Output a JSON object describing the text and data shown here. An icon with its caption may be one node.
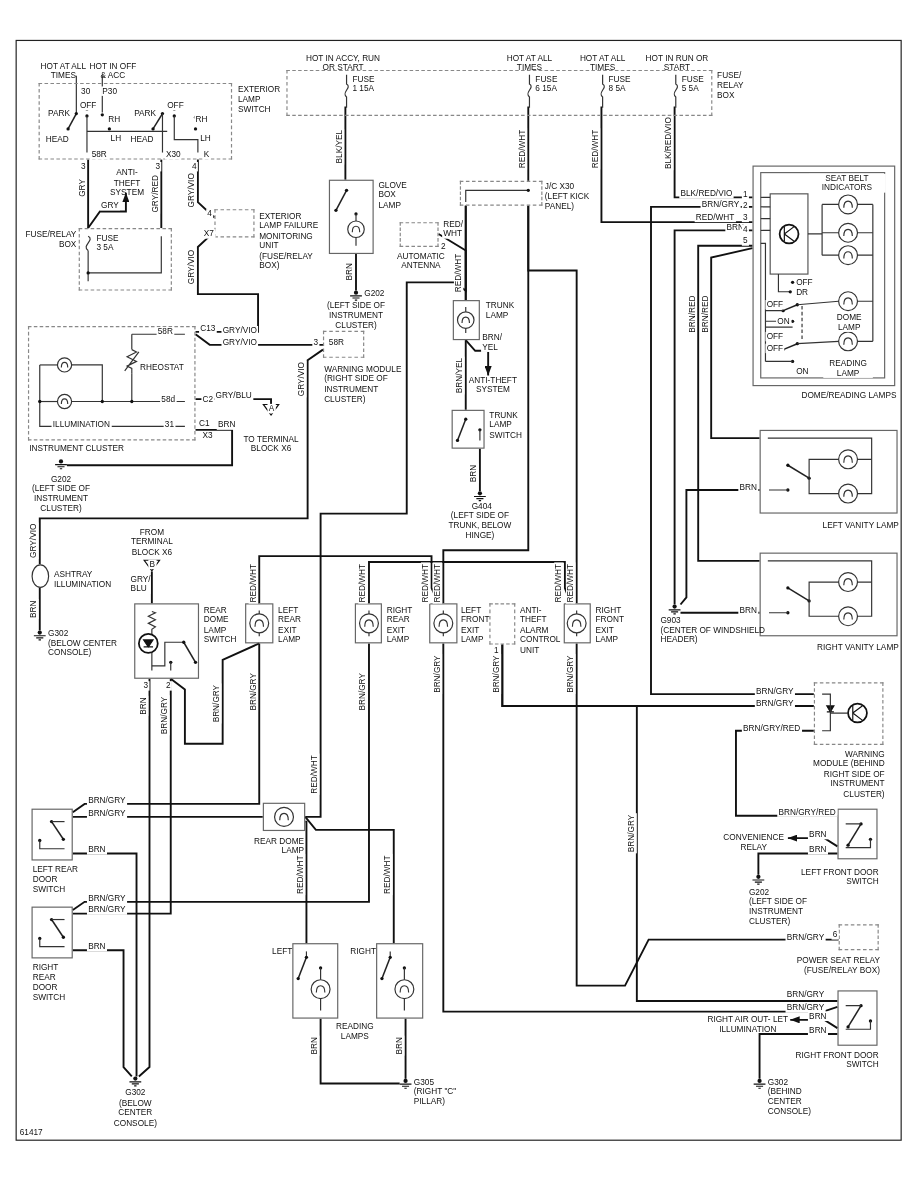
{
  "diagram": {
    "nodes": [
      {
        "text": [
          "EXTERIOR LAMP SWITCH"
        ],
        "beside": [
          "HOT AT ALL TIMES",
          "HOT IN OFF & ACC"
        ]
      },
      {
        "text": [
          "FUSE/RELAY BOX",
          "FUSE 3 5A"
        ]
      },
      {
        "text": [
          "ANTI-THEFT SYSTEM"
        ]
      },
      {
        "text": [
          "EXTERIOR LAMP FAILURE MONITORING UNIT (FUSE/RELAY BOX)"
        ]
      },
      {
        "text": [
          "INSTRUMENT CLUSTER"
        ]
      },
      {
        "text": [
          "WARNING MODULE (RIGHT SIDE OF INSTRUMENT CLUSTER)"
        ]
      },
      {
        "text": [
          "TO TERMINAL BLOCK X6"
        ]
      },
      {
        "text": [
          "G202",
          "(LEFT SIDE OF INSTRUMENT CLUSTER)"
        ]
      },
      {
        "text": [
          "FUSE/ RELAY BOX"
        ]
      },
      {
        "text": [
          "FUSE 1 15A"
        ],
        "in": 8,
        "beside": [
          "HOT IN ACCY, RUN OR START"
        ]
      },
      {
        "text": [
          "FUSE 6 15A"
        ],
        "in": 8,
        "beside": [
          "HOT AT ALL TIMES"
        ]
      },
      {
        "text": [
          "FUSE 8 5A"
        ],
        "in": 8,
        "beside": [
          "HOT AT ALL TIMES"
        ]
      },
      {
        "text": [
          "FUSE 5 5A"
        ],
        "in": 8,
        "beside": [
          "HOT IN RUN OR START"
        ]
      },
      {
        "text": [
          "GLOVE BOX LAMP"
        ]
      },
      {
        "text": [
          "G202",
          "(LEFT SIDE OF INSTRUMENT CLUSTER)"
        ]
      },
      {
        "text": [
          "J/C X30 (LEFT KICK PANEL)"
        ]
      },
      {
        "text": [
          "AUTOMATIC ANTENNA"
        ],
        "beside": [
          "2"
        ]
      },
      {
        "text": [
          "TRUNK LAMP"
        ]
      },
      {
        "text": [
          "ANTI-THEFT SYSTEM"
        ]
      },
      {
        "text": [
          "TRUNK LAMP SWITCH"
        ]
      },
      {
        "text": [
          "G404",
          "(LEFT SIDE OF TRUNK, BELOW HINGE)"
        ]
      },
      {
        "text": [
          "DOME/READING LAMPS"
        ]
      },
      {
        "text": [
          "LEFT VANITY LAMP"
        ]
      },
      {
        "text": [
          "RIGHT VANITY LAMP"
        ]
      },
      {
        "text": [
          "G903",
          "(CENTER OF WINDSHIELD HEADER)"
        ]
      },
      {
        "text": [
          "WARNING MODULE (BEHIND RIGHT SIDE OF INSTRUMENT CLUSTER)"
        ]
      },
      {
        "text": [
          "ASHTRAY ILLUMINATION"
        ]
      },
      {
        "text": [
          "G302",
          "(BELOW CENTER CONSOLE)"
        ]
      },
      {
        "text": [
          "FROM TERMINAL BLOCK X6"
        ]
      },
      {
        "text": [
          "REAR DOME LAMP SWITCH"
        ]
      },
      {
        "text": [
          "LEFT REAR EXIT LAMP"
        ]
      },
      {
        "text": [
          "RIGHT REAR EXIT LAMP"
        ]
      },
      {
        "text": [
          "LEFT FRONT EXIT LAMP"
        ]
      },
      {
        "text": [
          "ANTI- THEFT ALARM CONTROL UNIT"
        ]
      },
      {
        "text": [
          "RIGHT FRONT EXIT LAMP"
        ]
      },
      {
        "text": [
          "LEFT REAR DOOR SWITCH"
        ]
      },
      {
        "text": [
          "RIGHT REAR DOOR SWITCH"
        ]
      },
      {
        "text": [
          "REAR DOME LAMP"
        ]
      },
      {
        "text": [
          "LEFT"
        ]
      },
      {
        "text": [
          "RIGHT"
        ]
      },
      {
        "text": [
          "G302",
          "(BELOW CENTER CONSOLE)"
        ]
      },
      {
        "text": [
          "G305",
          "(RIGHT \"C\" PILLAR)"
        ]
      },
      {
        "text": [
          "LEFT FRONT DOOR SWITCH"
        ]
      },
      {
        "text": [
          "CONVENIENCE RELAY"
        ]
      },
      {
        "text": [
          "G202",
          "(LEFT SIDE OF INSTRUMENT CLUSTER)"
        ]
      },
      {
        "text": [
          "POWER SEAT RELAY (FUSE/RELAY BOX)"
        ]
      },
      {
        "text": [
          "RIGHT FRONT DOOR SWITCH"
        ]
      },
      {
        "text": [
          "RIGHT AIR OUT- LET ILLUMINATION"
        ]
      },
      {
        "text": [
          "G302",
          "(BEHIND CENTER CONSOLE)"
        ]
      }
    ],
    "edges": [
      {
        "from": 0,
        "to": 1,
        "arrow": "none",
        "label": "GRY"
      },
      {
        "from": 1,
        "to": 2,
        "arrow": "to",
        "label": "GRY"
      },
      {
        "from": 0,
        "to": 1,
        "arrow": "none",
        "label": "GRY/RED"
      },
      {
        "from": 0,
        "to": 3,
        "arrow": "none",
        "label": "GRY/VIO"
      },
      {
        "from": 3,
        "to": 4,
        "arrow": "none",
        "label": "GRY/VIO"
      },
      {
        "from": 4,
        "to": 5,
        "arrow": "none",
        "label": "GRY/VIO"
      },
      {
        "from": 5,
        "to": 26,
        "arrow": "none",
        "label": "GRY/VIO"
      },
      {
        "from": 4,
        "to": 6,
        "arrow": "none",
        "label": "GRY/BLU"
      },
      {
        "from": 4,
        "to": 7,
        "arrow": "none",
        "label": "BRN"
      },
      {
        "from": 9,
        "to": 13,
        "arrow": "none",
        "label": "BLK/YEL"
      },
      {
        "from": 13,
        "to": 14,
        "arrow": "none",
        "label": "BRN"
      },
      {
        "from": 10,
        "to": 15,
        "arrow": "none",
        "label": "RED/WHT"
      },
      {
        "from": 15,
        "to": 17,
        "arrow": "none",
        "label": "RED/WHT"
      },
      {
        "from": 16,
        "to": 17,
        "arrow": "none",
        "label": "RED/ WHT"
      },
      {
        "from": 15,
        "to": 37,
        "arrow": "none",
        "label": "RED/WHT"
      },
      {
        "from": 17,
        "to": 19,
        "arrow": "none",
        "label": "BRN/YEL"
      },
      {
        "from": 17,
        "to": 18,
        "arrow": "to",
        "label": "BRN/ YEL"
      },
      {
        "from": 19,
        "to": 20,
        "arrow": "none",
        "label": "BRN"
      },
      {
        "from": 11,
        "to": 21,
        "arrow": "none",
        "label": "RED/WHT"
      },
      {
        "from": 12,
        "to": 21,
        "arrow": "none",
        "label": "BLK/RED/VIO"
      },
      {
        "from": 21,
        "to": 25,
        "arrow": "none",
        "label": "BRN/GRY"
      },
      {
        "from": 21,
        "to": 24,
        "arrow": "none",
        "label": "BRN"
      },
      {
        "from": 21,
        "to": 22,
        "arrow": "none",
        "label": "BRN/RED"
      },
      {
        "from": 21,
        "to": 23,
        "arrow": "none",
        "label": "BRN/RED"
      },
      {
        "from": 22,
        "to": 24,
        "arrow": "none",
        "label": "BRN"
      },
      {
        "from": 23,
        "to": 24,
        "arrow": "none",
        "label": "BRN"
      },
      {
        "from": 33,
        "to": 25,
        "arrow": "none",
        "label": "BRN/GRY"
      },
      {
        "from": 25,
        "to": 42,
        "arrow": "none",
        "label": "BRN/GRY/RED"
      },
      {
        "from": 42,
        "to": 43,
        "arrow": "to",
        "label": "BRN"
      },
      {
        "from": 42,
        "to": 44,
        "arrow": "none",
        "label": "BRN"
      },
      {
        "from": 34,
        "to": 45,
        "arrow": "none",
        "label": "BRN/GRY"
      },
      {
        "from": 33,
        "to": 46,
        "arrow": "none",
        "label": "BRN/GRY"
      },
      {
        "from": 32,
        "to": 46,
        "arrow": "none",
        "label": "BRN/GRY"
      },
      {
        "from": 46,
        "to": 47,
        "arrow": "to",
        "label": "BRN"
      },
      {
        "from": 46,
        "to": 48,
        "arrow": "none",
        "label": "BRN"
      },
      {
        "from": 26,
        "to": 27,
        "arrow": "none",
        "label": "BRN"
      },
      {
        "from": 28,
        "to": 29,
        "arrow": "none",
        "label": "GRY/ BLU"
      },
      {
        "from": 29,
        "to": 40,
        "arrow": "none",
        "label": "BRN"
      },
      {
        "from": 29,
        "to": 30,
        "arrow": "none",
        "label": "BRN/GRY"
      },
      {
        "from": 29,
        "to": 36,
        "arrow": "none",
        "label": "BRN/GRY"
      },
      {
        "from": 30,
        "to": 35,
        "arrow": "none",
        "label": "BRN/GRY"
      },
      {
        "from": 37,
        "to": 35,
        "arrow": "none",
        "label": "BRN/GRY"
      },
      {
        "from": 35,
        "to": 40,
        "arrow": "none",
        "label": "BRN"
      },
      {
        "from": 31,
        "to": 36,
        "arrow": "none",
        "label": "BRN/GRY"
      },
      {
        "from": 36,
        "to": 40,
        "arrow": "none",
        "label": "BRN"
      },
      {
        "from": 37,
        "to": 38,
        "arrow": "none",
        "label": "RED/WHT"
      },
      {
        "from": 37,
        "to": 39,
        "arrow": "none",
        "label": "RED/WHT"
      },
      {
        "from": 38,
        "to": 41,
        "arrow": "none",
        "label": "BRN"
      },
      {
        "from": 39,
        "to": 41,
        "arrow": "none",
        "label": "BRN"
      },
      {
        "from": 15,
        "to": 32,
        "arrow": "none",
        "label": "RED/WHT"
      },
      {
        "from": 30,
        "to": 32,
        "arrow": "none",
        "label": "RED/WHT"
      },
      {
        "from": 15,
        "to": 34,
        "arrow": "none",
        "label": "RED/WHT"
      },
      {
        "from": 31,
        "to": 34,
        "arrow": "none",
        "label": "RED/WHT"
      }
    ],
    "labels": [
      "30",
      "P30",
      "PARK",
      "OFF",
      "RH",
      "HEAD",
      "LH",
      "PARK",
      "OFF",
      "RH",
      "HEAD",
      "LH",
      "58R",
      "X30",
      "K",
      "3",
      "3",
      "4",
      "4",
      "X7",
      "58R",
      "C13",
      "GRY/VIO",
      "RHEOSTAT",
      "ILLUMINATION",
      "58d",
      "C2",
      "31",
      "C1",
      "X3",
      "A",
      "3",
      "58R",
      "BLK/RED/VIO",
      "1",
      "2",
      "RED/WHT",
      "3",
      "4",
      "5",
      "SEAT BELT INDICATORS",
      "OFF",
      "DR",
      "OFF",
      "DOME LAMP",
      "ON",
      "OFF",
      "OFF",
      "READING LAMP",
      "ON",
      "GRY/VIO",
      "B",
      "3",
      "2",
      "RED/WHT",
      "RED/WHT",
      "1",
      "BRN/GRY",
      "BRN/GRY",
      "BRN/GRY/RED",
      "BRN/GRY",
      "BRN/GRY",
      "BRN/GRY",
      "READING LAMPS",
      "BRN/GRY",
      "6",
      "BRN/GRY",
      "BRN/GRY",
      "61417"
    ]
  }
}
